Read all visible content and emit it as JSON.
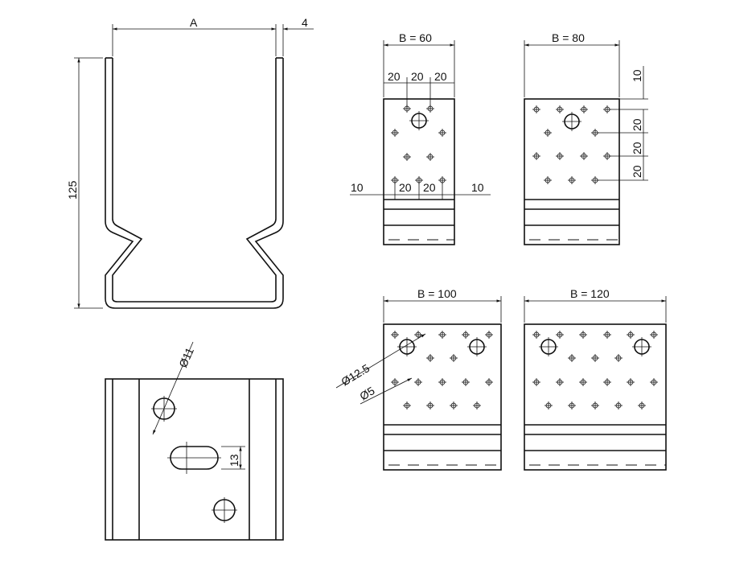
{
  "labels": {
    "a": "A",
    "four": "4",
    "h125": "125",
    "b60": "B = 60",
    "b80": "B = 80",
    "b100": "B = 100",
    "b120": "B = 120",
    "d11": "Ø11",
    "d125": "Ø12.5",
    "d5": "Ø5",
    "s13": "13",
    "ten": "10",
    "twenty": "20"
  },
  "colors": {
    "line": "#111111",
    "background": "#ffffff"
  }
}
